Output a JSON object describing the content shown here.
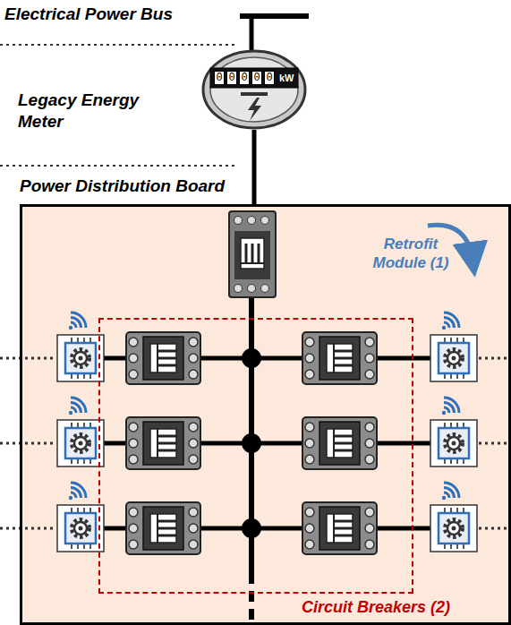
{
  "diagram": {
    "nodes": [
      {
        "text": [
          "Power Distribution Board"
        ]
      },
      {
        "text": [
          "0",
          "0",
          "0",
          "0",
          "0",
          "kW"
        ]
      },
      {
        "text": [
          "Circuit Breakers (2)"
        ],
        "in": 0
      }
    ],
    "edges": [
      {
        "from": 1,
        "to": 0,
        "arrow": "none"
      }
    ],
    "labels": [
      "Electrical Power Bus",
      "Legacy Energy Meter",
      "Retrofit Module (1)"
    ]
  }
}
